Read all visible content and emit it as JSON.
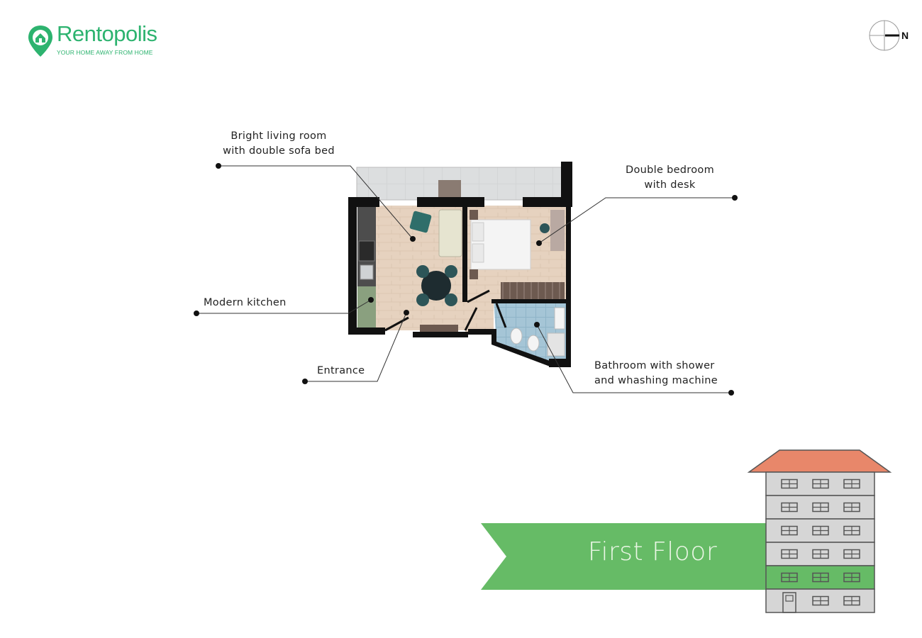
{
  "brand": {
    "name": "Rentopolis",
    "tagline": "YOUR HOME AWAY FROM HOME",
    "color": "#2db36f"
  },
  "compass": {
    "label": "N",
    "icon": "compass-icon"
  },
  "callouts": {
    "living_room": "Bright living room\nwith double sofa bed",
    "bedroom": "Double bedroom\nwith desk",
    "kitchen": "Modern kitchen",
    "entrance": "Entrance",
    "bathroom": "Bathroom with shower\nand whashing machine"
  },
  "floor_banner": {
    "label": "First Floor",
    "color": "#66bb66"
  },
  "building": {
    "roof_color": "#e8876a",
    "highlight_color": "#66bb66"
  }
}
